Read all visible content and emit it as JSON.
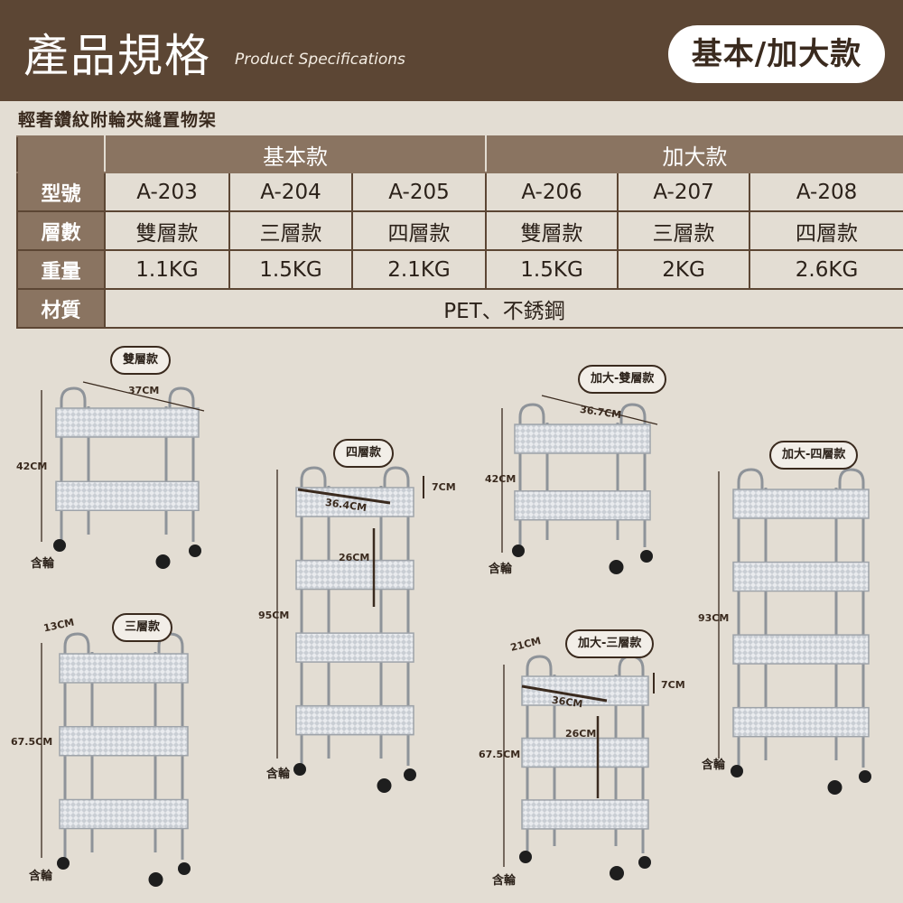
{
  "header": {
    "title": "產品規格",
    "subtitle": "Product Specifications",
    "badge": "基本/加大款"
  },
  "product_name": "輕奢鑽紋附輪夾縫置物架",
  "table": {
    "group_basic": "基本款",
    "group_large": "加大款",
    "labels": {
      "model": "型號",
      "tiers": "層數",
      "weight": "重量",
      "material": "材質"
    },
    "models": [
      "A-203",
      "A-204",
      "A-205",
      "A-206",
      "A-207",
      "A-208"
    ],
    "tiers": [
      "雙層款",
      "三層款",
      "四層款",
      "雙層款",
      "三層款",
      "四層款"
    ],
    "weights": [
      "1.1KG",
      "1.5KG",
      "2.1KG",
      "1.5KG",
      "2KG",
      "2.6KG"
    ],
    "material": "PET、不銹鋼"
  },
  "figures": {
    "double": {
      "tag": "雙層款",
      "width": "37CM",
      "height": "42CM",
      "wheel": "含輪"
    },
    "triple": {
      "tag": "三層款",
      "depth": "13CM",
      "height": "67.5CM",
      "wheel": "含輪"
    },
    "quad": {
      "tag": "四層款",
      "rim": "7CM",
      "width": "36.4CM",
      "gap": "26CM",
      "height": "95CM",
      "wheel": "含輪"
    },
    "large_double": {
      "tag": "加大-雙層款",
      "width": "36.7CM",
      "height": "42CM",
      "wheel": "含輪"
    },
    "large_triple": {
      "tag": "加大-三層款",
      "depth": "21CM",
      "rim": "7CM",
      "width": "36CM",
      "gap": "26CM",
      "height": "67.5CM",
      "wheel": "含輪"
    },
    "large_quad": {
      "tag": "加大-四層款",
      "height": "93CM",
      "wheel": "含輪"
    }
  },
  "colors": {
    "header": "#5c4634",
    "table_label": "#8a7461",
    "background": "#e3ddd3"
  }
}
